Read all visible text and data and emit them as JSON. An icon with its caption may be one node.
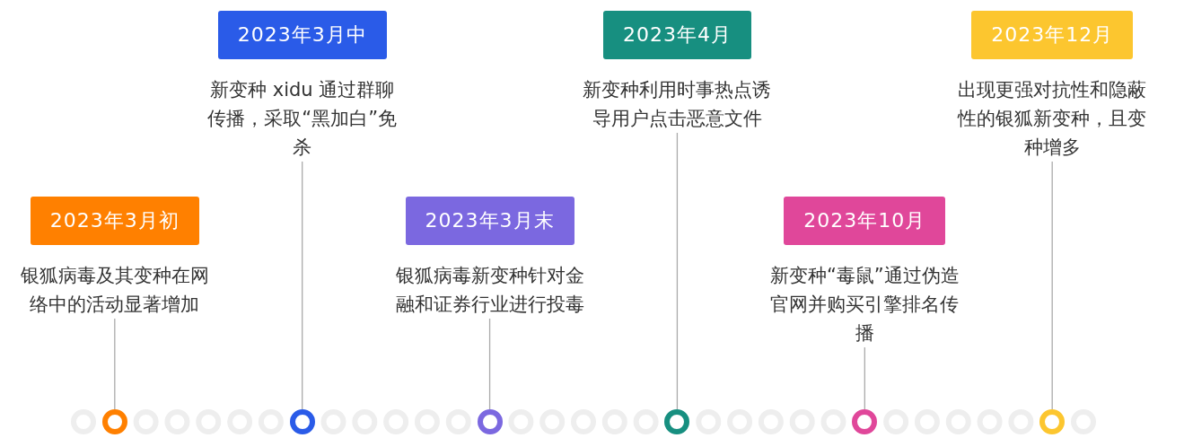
{
  "diagram": {
    "nodes": [
      {
        "text": [
          "2023年3月初"
        ],
        "beside": [
          "银狐病毒及其变种在网络中的活动显著增加"
        ]
      },
      {
        "text": [
          "2023年3月中"
        ],
        "beside": [
          "新变种 xidu 通过群聊传播，采取“黑加白”免杀"
        ]
      },
      {
        "text": [
          "2023年3月末"
        ],
        "beside": [
          "银狐病毒新变种针对金融和证券行业进行投毒"
        ]
      },
      {
        "text": [
          "2023年4月"
        ],
        "beside": [
          "新变种利用时事热点诱导用户点击恶意文件"
        ]
      },
      {
        "text": [
          "2023年10月"
        ],
        "beside": [
          "新变种“毒鼠”通过伪造官网并购买引擎排名传播"
        ]
      },
      {
        "text": [
          "2023年12月"
        ],
        "beside": [
          "出现更强对抗性和隐蔽性的银狐新变种，且变种增多"
        ]
      },
      {
        "text": [],
        "shape": "circle"
      },
      {
        "text": [],
        "shape": "circle"
      },
      {
        "text": [],
        "shape": "circle"
      },
      {
        "text": [],
        "shape": "circle"
      },
      {
        "text": [],
        "shape": "circle"
      },
      {
        "text": [],
        "shape": "circle"
      }
    ],
    "edges": [
      {
        "from": 0,
        "to": 6,
        "arrow": "none"
      },
      {
        "from": 1,
        "to": 7,
        "arrow": "none"
      },
      {
        "from": 2,
        "to": 8,
        "arrow": "none"
      },
      {
        "from": 3,
        "to": 9,
        "arrow": "none"
      },
      {
        "from": 4,
        "to": 10,
        "arrow": "none"
      },
      {
        "from": 5,
        "to": 11,
        "arrow": "none"
      }
    ]
  }
}
